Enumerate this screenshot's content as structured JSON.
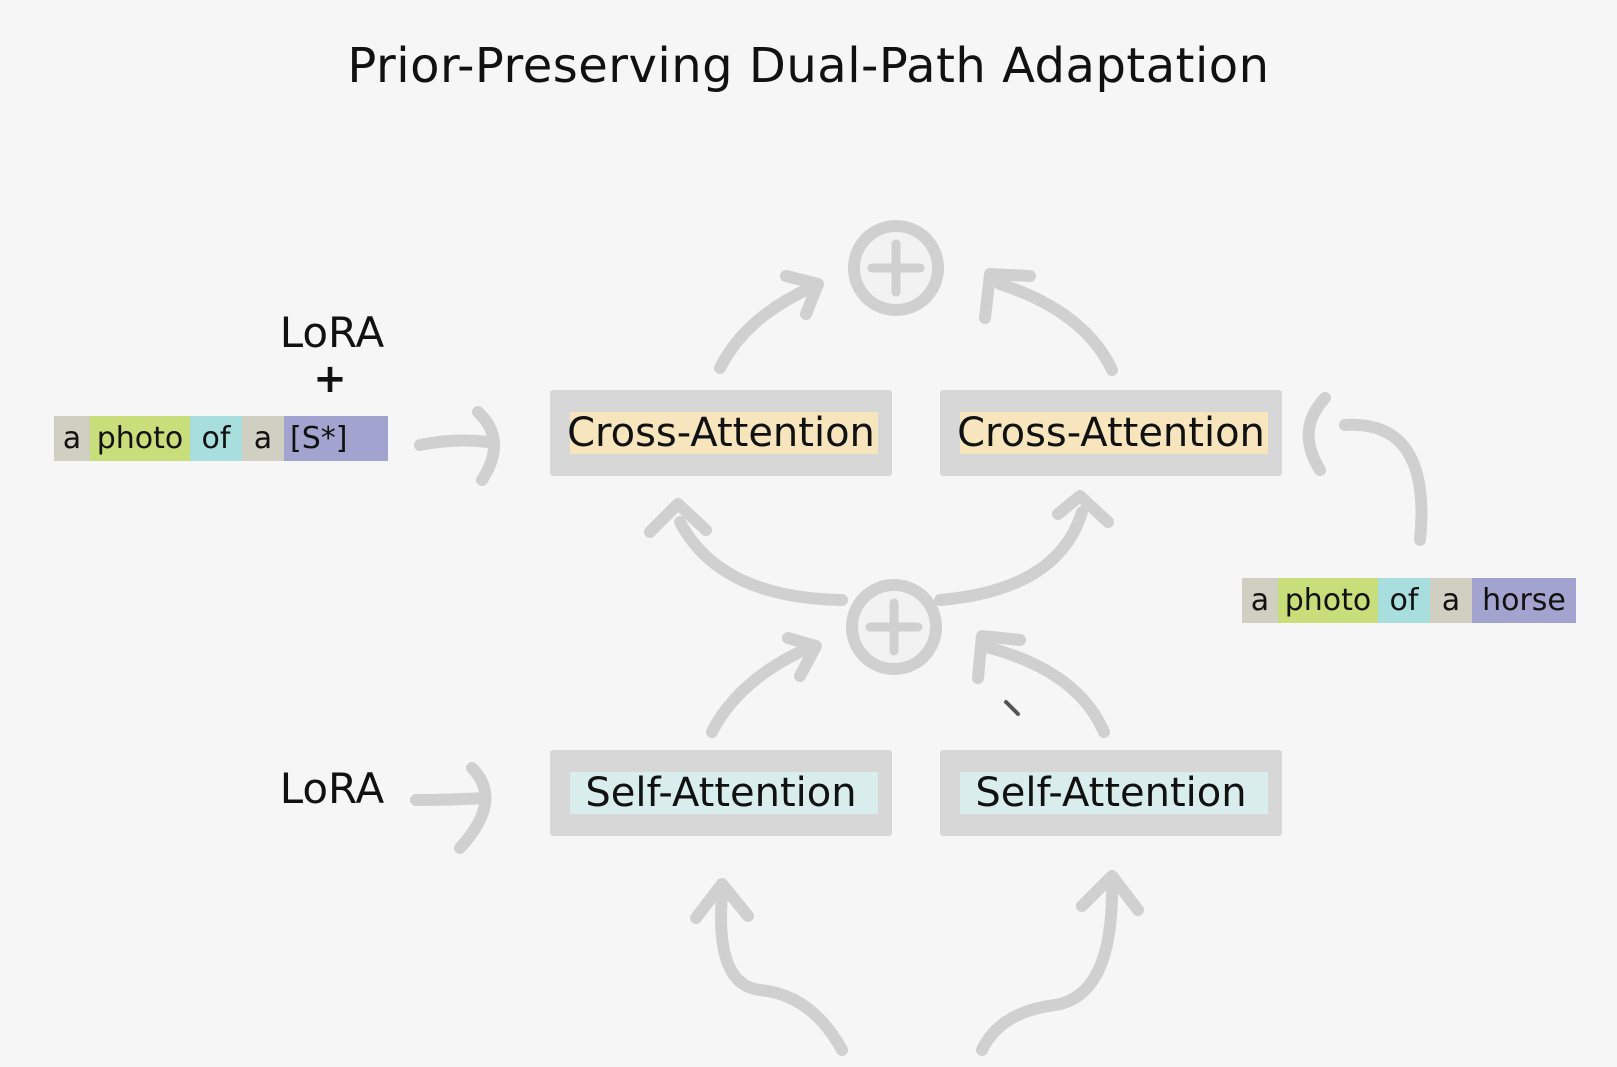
{
  "title": "Prior-Preserving Dual-Path Adaptation",
  "left_inputs": {
    "cross_lora": "LoRA",
    "plus": "+",
    "prompt_tokens": [
      {
        "text": "a",
        "color": "#cfcfc2"
      },
      {
        "text": "photo",
        "color": "#c8de7a"
      },
      {
        "text": "of",
        "color": "#a9dede"
      },
      {
        "text": "a",
        "color": "#cfcfc2"
      },
      {
        "text": "[S*]",
        "color": "#a3a3cf"
      }
    ],
    "self_lora": "LoRA"
  },
  "right_input": {
    "prompt_tokens": [
      {
        "text": "a",
        "color": "#cfcfc2"
      },
      {
        "text": "photo",
        "color": "#c8de7a"
      },
      {
        "text": "of",
        "color": "#a9dede"
      },
      {
        "text": "a",
        "color": "#cfcfc2"
      },
      {
        "text": "horse",
        "color": "#a3a3cf"
      }
    ]
  },
  "blocks": {
    "cross_attention_left": {
      "label": "Cross-Attention",
      "highlight": "#fbe7b8"
    },
    "cross_attention_right": {
      "label": "Cross-Attention",
      "highlight": "#fbe7b8"
    },
    "self_attention_left": {
      "label": "Self-Attention",
      "highlight": "#d9eff0"
    },
    "self_attention_right": {
      "label": "Self-Attention",
      "highlight": "#d9eff0"
    }
  },
  "colors": {
    "background": "#f6f6f6",
    "block": "#d7d7d7",
    "arrow": "#cfcfcf",
    "sum_node": "#d2d2d2"
  },
  "icons": {
    "sum_top": "plus-circle-icon",
    "sum_bottom": "plus-circle-icon"
  }
}
